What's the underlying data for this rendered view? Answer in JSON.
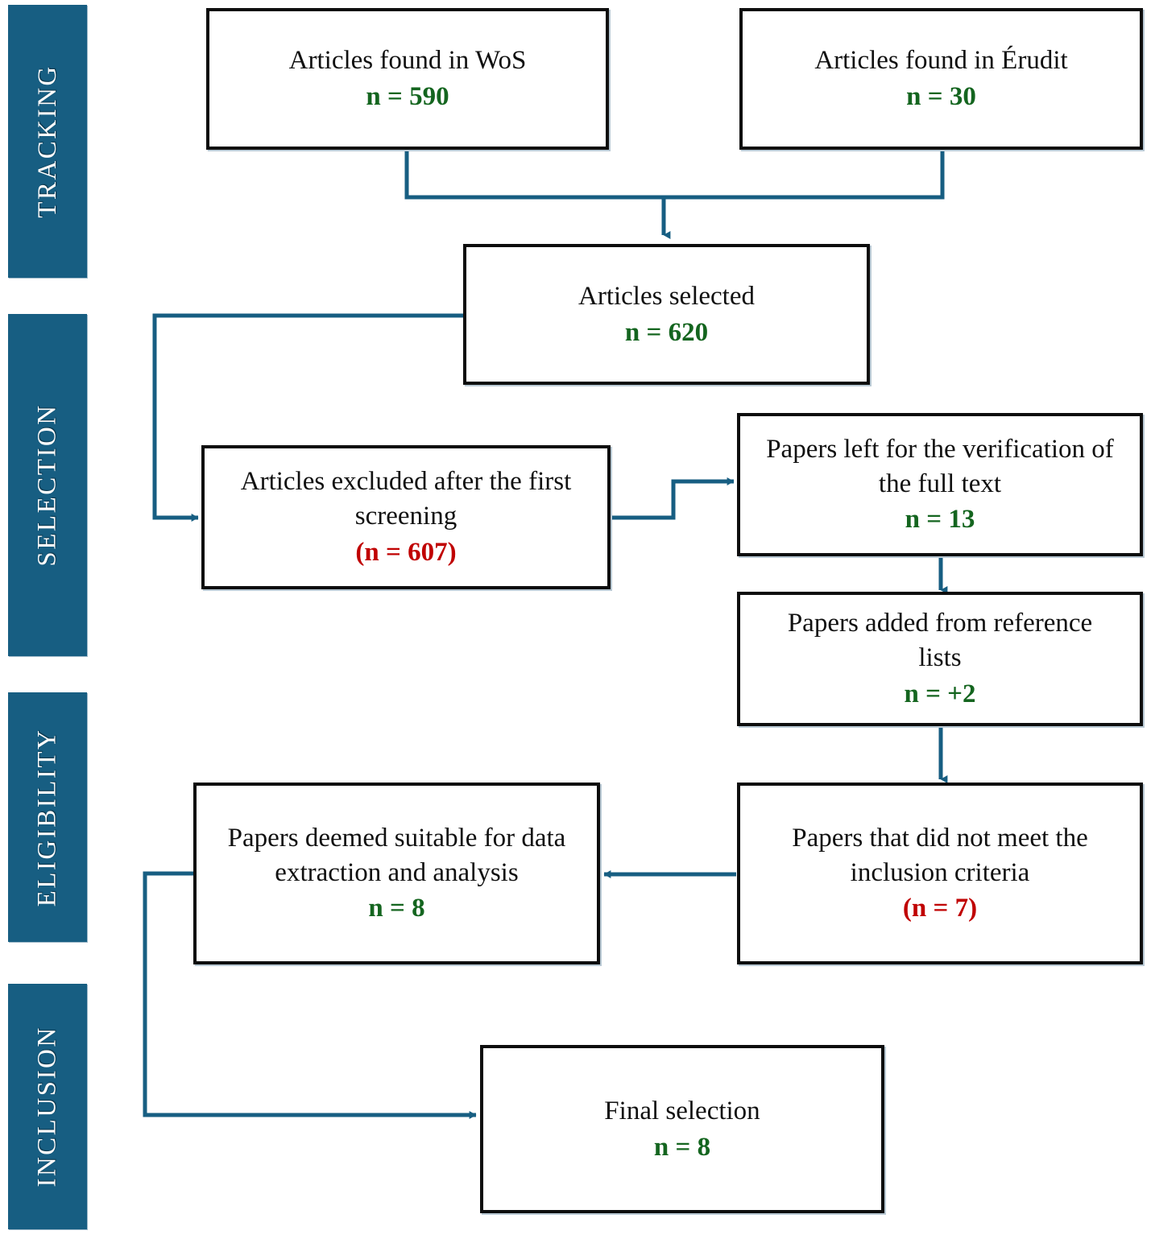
{
  "figure": {
    "type": "prisma-flow-diagram",
    "accent_color": "#175E82",
    "count_green": "#14651f",
    "count_red": "#c00000",
    "box_border": "#0d0d0d"
  },
  "phases": [
    {
      "id": "tracking",
      "label": "TRACKING"
    },
    {
      "id": "selection",
      "label": "SELECTION"
    },
    {
      "id": "eligibility",
      "label": "ELIGIBILITY"
    },
    {
      "id": "inclusion",
      "label": "INCLUSION"
    }
  ],
  "boxes": {
    "wos": {
      "title": "Articles found in WoS",
      "count": "n = 590",
      "count_style": "green"
    },
    "erudit": {
      "title": "Articles found in Érudit",
      "count": "n = 30",
      "count_style": "green"
    },
    "selected": {
      "title": "Articles selected",
      "count": "n = 620",
      "count_style": "green"
    },
    "excluded": {
      "title": "Articles excluded after the first screening",
      "count": "(n = 607)",
      "count_style": "red"
    },
    "fulltext": {
      "title": "Papers left for the verification of the full text",
      "count": "n =  13",
      "count_style": "green"
    },
    "references": {
      "title": "Papers added from reference lists",
      "count": "n = +2",
      "count_style": "green"
    },
    "notmeet": {
      "title": "Papers that did not meet the inclusion criteria",
      "count": "(n = 7)",
      "count_style": "red"
    },
    "suitable": {
      "title": "Papers deemed suitable for data extraction and analysis",
      "count": "n =  8",
      "count_style": "green"
    },
    "final": {
      "title": "Final selection",
      "count": "n = 8",
      "count_style": "green"
    }
  }
}
